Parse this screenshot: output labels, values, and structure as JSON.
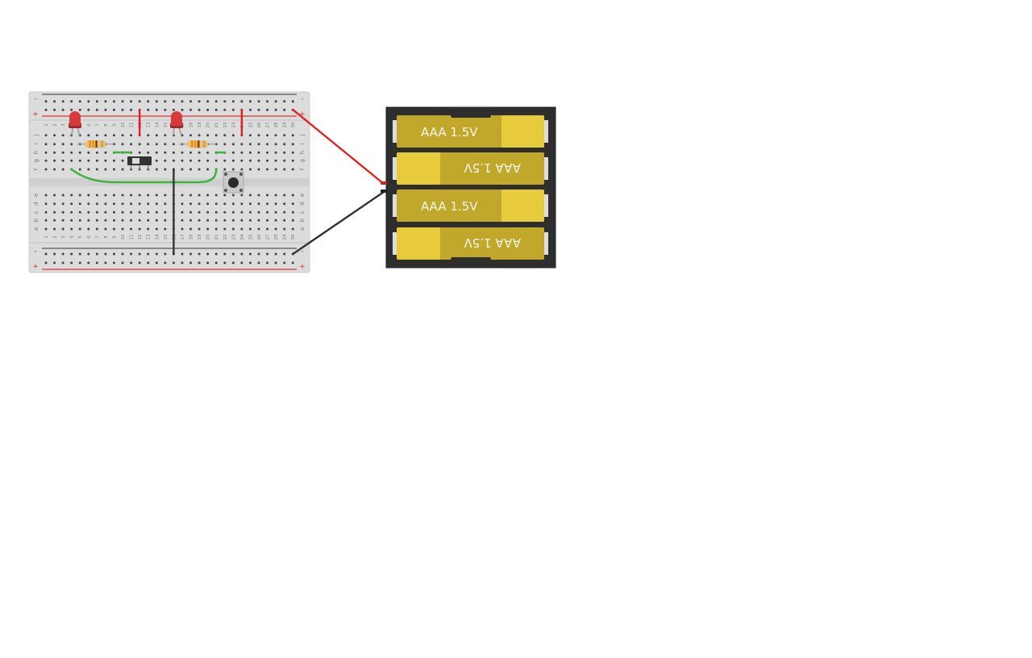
{
  "breadboard": {
    "columns": [
      "1",
      "2",
      "3",
      "4",
      "5",
      "6",
      "7",
      "8",
      "9",
      "10",
      "11",
      "12",
      "13",
      "14",
      "15",
      "16",
      "17",
      "18",
      "19",
      "20",
      "21",
      "22",
      "23",
      "24",
      "25",
      "26",
      "27",
      "28",
      "29",
      "30"
    ],
    "top_rows": [
      "j",
      "i",
      "h",
      "g",
      "f"
    ],
    "bottom_rows": [
      "e",
      "d",
      "c",
      "b",
      "a"
    ],
    "rail_minus": "-",
    "rail_plus": "+",
    "colors": {
      "board": "#dcdcdc",
      "rail_red": "#d33",
      "rail_dark": "#555"
    }
  },
  "components": {
    "leds": [
      {
        "color": "#d63a3a"
      },
      {
        "color": "#d63a3a"
      }
    ],
    "resistors": 2,
    "slide_switch": "switch",
    "pushbutton": "pushbutton"
  },
  "wires": {
    "red": "#e02020",
    "black": "#333333",
    "green": "#3bb43b"
  },
  "battery_pack": {
    "cells": [
      {
        "label": "AAA 1.5V",
        "flipped": false
      },
      {
        "label": "AAA 1.5V",
        "flipped": true
      },
      {
        "label": "AAA 1.5V",
        "flipped": false
      },
      {
        "label": "AAA 1.5V",
        "flipped": true
      }
    ],
    "colors": {
      "case": "#2e2e2e",
      "cell_body": "#c2a82a",
      "cell_cap": "#e8cb3c"
    }
  }
}
